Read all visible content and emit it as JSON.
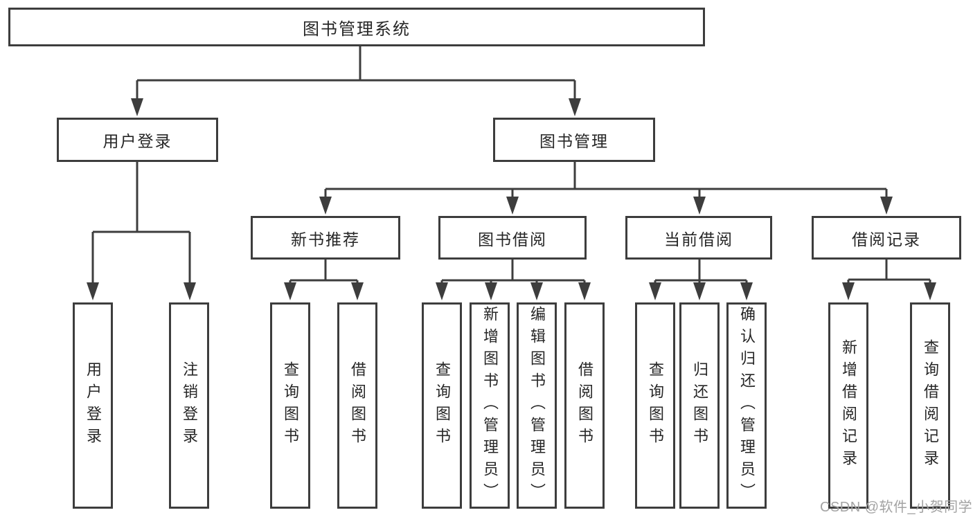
{
  "diagram": {
    "tree": {
      "root": "图书管理系统",
      "branches": [
        {
          "label": "用户登录",
          "leaves": [
            "用户登录",
            "注销登录"
          ]
        },
        {
          "label": "图书管理",
          "sections": [
            {
              "label": "新书推荐",
              "leaves": [
                "查询图书",
                "借阅图书"
              ]
            },
            {
              "label": "图书借阅",
              "leaves": [
                "查询图书",
                "新增图书（管理员）",
                "编辑图书（管理员）",
                "借阅图书"
              ]
            },
            {
              "label": "当前借阅",
              "leaves": [
                "查询图书",
                "归还图书",
                "确认归还（管理员）"
              ]
            },
            {
              "label": "借阅记录",
              "leaves": [
                "新增借阅记录",
                "查询借阅记录"
              ]
            }
          ]
        }
      ]
    },
    "colors": {
      "line": "#3d3d3d",
      "text": "#262626",
      "background": "#ffffff",
      "watermark": "#a3a3a3"
    }
  },
  "watermark": "CSDN @软件_小贺同学"
}
